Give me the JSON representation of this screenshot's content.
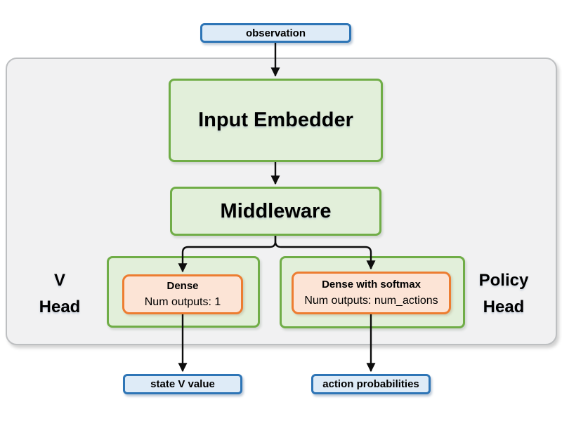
{
  "observation_node": {
    "label": "observation"
  },
  "input_embedder": {
    "label": "Input Embedder"
  },
  "middleware": {
    "label": "Middleware"
  },
  "v_head": {
    "name_lines": [
      "V",
      "Head"
    ],
    "dense": {
      "title": "Dense",
      "outputs": "Num outputs: 1"
    }
  },
  "policy_head": {
    "name_lines": [
      "Policy",
      "Head"
    ],
    "dense": {
      "title": "Dense with softmax",
      "outputs": "Num outputs: num_actions"
    }
  },
  "outputs": {
    "state_v_value": {
      "label": "state V value"
    },
    "action_probabilities": {
      "label": "action probabilities"
    }
  },
  "colors": {
    "blue_fill": "#deebf7",
    "blue_border": "#2e75b6",
    "green_fill": "#e2efda",
    "green_border": "#70ad47",
    "orange_fill": "#fce4d6",
    "orange_border": "#ed7d31",
    "gray_fill": "#f1f1f2",
    "gray_border": "#bdbfc1",
    "arrow_color": "#0d0d0d"
  }
}
